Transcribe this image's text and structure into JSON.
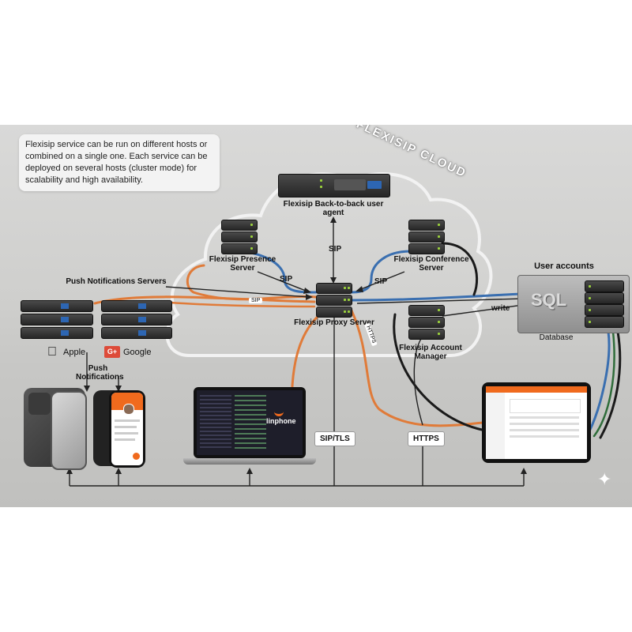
{
  "note": {
    "text": "Flexisip service can be run on different hosts or combined on a single one. Each service can be deployed on several hosts (cluster mode) for scalability and high availability."
  },
  "cloud_title": "FLEXISIP CLOUD",
  "nodes": {
    "b2bua": "Flexisip Back-to-back user agent",
    "presence": "Flexisip Presence Server",
    "conference": "Flexisip Conference Server",
    "proxy": "Flexisip Proxy Server",
    "account_manager": "Flexisip Account Manager",
    "user_accounts": "User accounts",
    "database": "Database",
    "sql": "SQL",
    "push_servers": "Push Notifications Servers",
    "apple": "Apple",
    "google": "Google",
    "push_notifications": "Push Notifications",
    "linphone": "linphone"
  },
  "edge_labels": {
    "sip_top": "SIP",
    "sip_left": "SIP",
    "sip_right": "SIP",
    "write": "write",
    "sip_tls": "SIP/TLS",
    "https": "HTTPS",
    "sip_cable": "SIP",
    "https_cable": "HTTPS"
  },
  "colors": {
    "sip_cable": "#e07b39",
    "blue_cable": "#3a6fb0",
    "black_cable": "#1a1a1a",
    "led_green": "#9bd23c",
    "linphone_orange": "#f06a1d"
  }
}
